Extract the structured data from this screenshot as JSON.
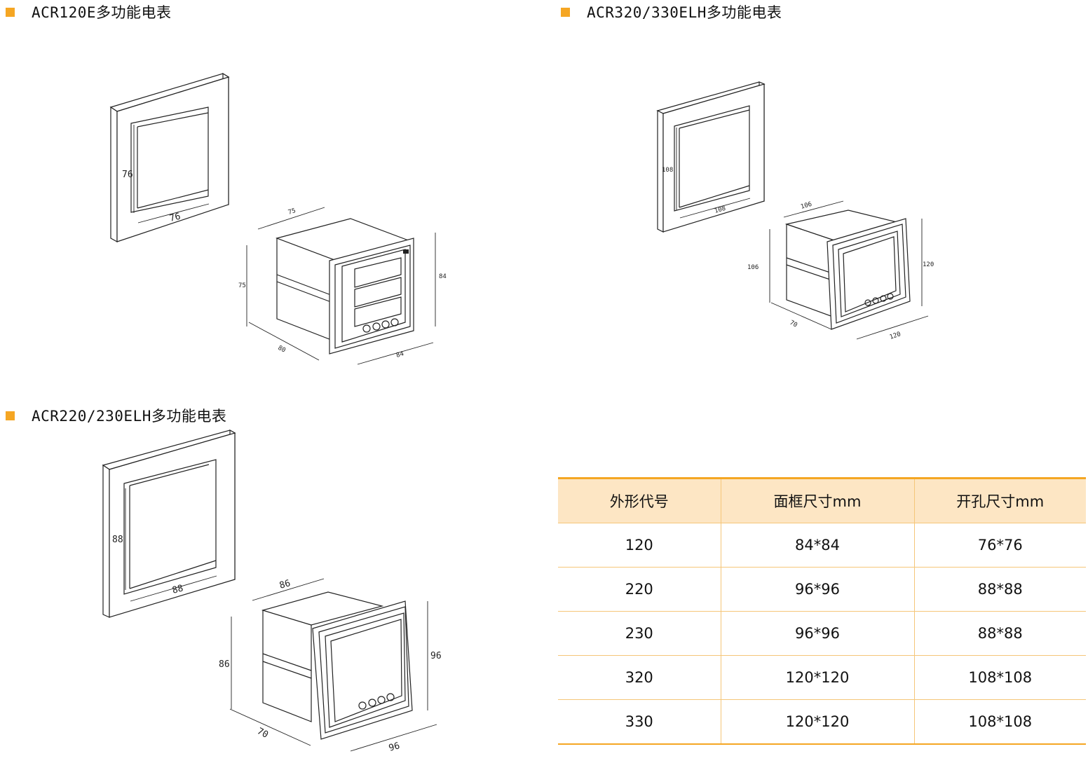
{
  "sections": [
    {
      "title": "ACR120E多功能电表"
    },
    {
      "title": "ACR320/330ELH多功能电表"
    },
    {
      "title": "ACR220/230ELH多功能电表"
    }
  ],
  "drawing_120": {
    "cutout_height": "76",
    "cutout_width": "76",
    "depth_top": "75",
    "body_height": "75",
    "depth_bottom": "80",
    "frame_width": "84",
    "frame_height": "84"
  },
  "drawing_320": {
    "cutout_height": "108",
    "cutout_width": "108",
    "depth_top": "106",
    "body_height": "106",
    "depth_bottom": "70",
    "frame_width": "120",
    "frame_height": "120"
  },
  "drawing_220": {
    "cutout_height": "88",
    "cutout_width": "88",
    "depth_top": "86",
    "body_height": "86",
    "depth_bottom": "70",
    "frame_width": "96",
    "frame_height": "96"
  },
  "table": {
    "headers": [
      "外形代号",
      "面框尺寸mm",
      "开孔尺寸mm"
    ],
    "rows": [
      [
        "120",
        "84*84",
        "76*76"
      ],
      [
        "220",
        "96*96",
        "88*88"
      ],
      [
        "230",
        "96*96",
        "88*88"
      ],
      [
        "320",
        "120*120",
        "108*108"
      ],
      [
        "330",
        "120*120",
        "108*108"
      ]
    ]
  },
  "colors": {
    "accent": "#f5a623",
    "header_bg": "#fde6c4",
    "row_line": "#f5c679"
  }
}
